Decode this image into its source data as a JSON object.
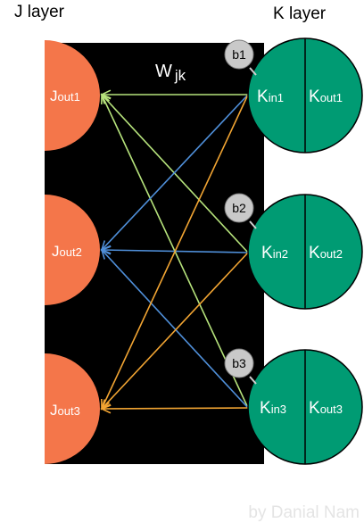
{
  "header": {
    "j_layer_label": "J layer",
    "k_layer_label": "K layer"
  },
  "weight_label": {
    "main": "W",
    "sub": "jk"
  },
  "j_nodes": [
    {
      "main": "J",
      "sub": "out1"
    },
    {
      "main": "J",
      "sub": "out2"
    },
    {
      "main": "J",
      "sub": "out3"
    }
  ],
  "k_nodes": [
    {
      "in_main": "K",
      "in_sub": "in1",
      "out_main": "K",
      "out_sub": "out1"
    },
    {
      "in_main": "K",
      "in_sub": "in2",
      "out_main": "K",
      "out_sub": "out2"
    },
    {
      "in_main": "K",
      "in_sub": "in3",
      "out_main": "K",
      "out_sub": "out3"
    }
  ],
  "biases": [
    "b1",
    "b2",
    "b3"
  ],
  "credit": "by Danial Nam",
  "colors": {
    "background_panel": "#000000",
    "j_node": "#f4764a",
    "k_node": "#009b73",
    "bias_node": "#c9c9c9",
    "edge_from_k1": "#b6e37c",
    "edge_from_k2": "#4f8fd9",
    "edge_from_k3": "#f2a533",
    "credit_text": "#e4e4e4"
  },
  "edges": [
    {
      "from": "K1",
      "to": "J1",
      "color_key": "edge_from_k1"
    },
    {
      "from": "K2",
      "to": "J1",
      "color_key": "edge_from_k1"
    },
    {
      "from": "K3",
      "to": "J1",
      "color_key": "edge_from_k1"
    },
    {
      "from": "K1",
      "to": "J2",
      "color_key": "edge_from_k2"
    },
    {
      "from": "K2",
      "to": "J2",
      "color_key": "edge_from_k2"
    },
    {
      "from": "K3",
      "to": "J2",
      "color_key": "edge_from_k2"
    },
    {
      "from": "K1",
      "to": "J3",
      "color_key": "edge_from_k3"
    },
    {
      "from": "K2",
      "to": "J3",
      "color_key": "edge_from_k3"
    },
    {
      "from": "K3",
      "to": "J3",
      "color_key": "edge_from_k3"
    }
  ]
}
